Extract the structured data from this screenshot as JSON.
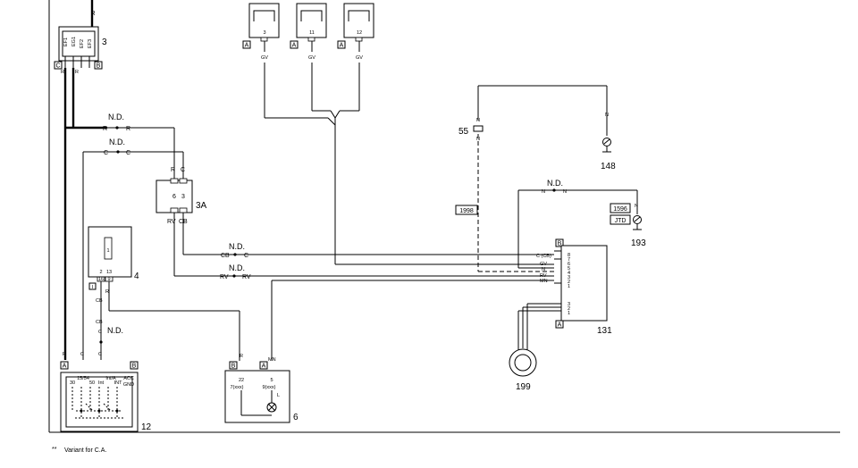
{
  "components": {
    "c3": "3",
    "c3a": "3A",
    "c4": "4",
    "c6": "6",
    "c12": "12",
    "c55": "55",
    "c131": "131",
    "c148": "148",
    "c193": "193",
    "c199": "199"
  },
  "tags": {
    "v1998": "1998",
    "v1596": "1596",
    "jtd": "JTD"
  },
  "connectors": {
    "a": "A",
    "b": "B",
    "c": "C",
    "i": "I"
  },
  "nd": "N.D.",
  "wires": {
    "r": "R",
    "c": "C",
    "cb": "CB",
    "rv": "RV",
    "gv": "GV",
    "n": "N",
    "mn": "MN",
    "c_cb": "C (CB)"
  },
  "relay3": {
    "pin_labels": [
      "EF1",
      "EG1",
      "EF2",
      "EF3"
    ]
  },
  "switch3a": {
    "pins": [
      "6",
      "3"
    ]
  },
  "box4": {
    "pin_top": "1",
    "pin_l": "2",
    "pin_r": "13",
    "bottom_l": "16",
    "bottom_r": "9"
  },
  "top_boxes": {
    "pins": [
      "3",
      "11",
      "12"
    ]
  },
  "box6": {
    "pins": [
      "22",
      "5"
    ],
    "labels": [
      "7(xxx)",
      "9(xxx)"
    ],
    "symbol": "L"
  },
  "box12": {
    "terminals": [
      "30",
      "15/54",
      "50",
      "Int",
      "Int/A",
      "INT",
      "ACC",
      "GND"
    ]
  },
  "box131": {
    "upper_pins": [
      "8",
      "7",
      "6",
      "5",
      "4",
      "3",
      "2",
      "1"
    ],
    "lower_pins": [
      "3",
      "2",
      "1"
    ]
  },
  "footnote": {
    "marker": "**",
    "text": "Variant for C.A."
  }
}
